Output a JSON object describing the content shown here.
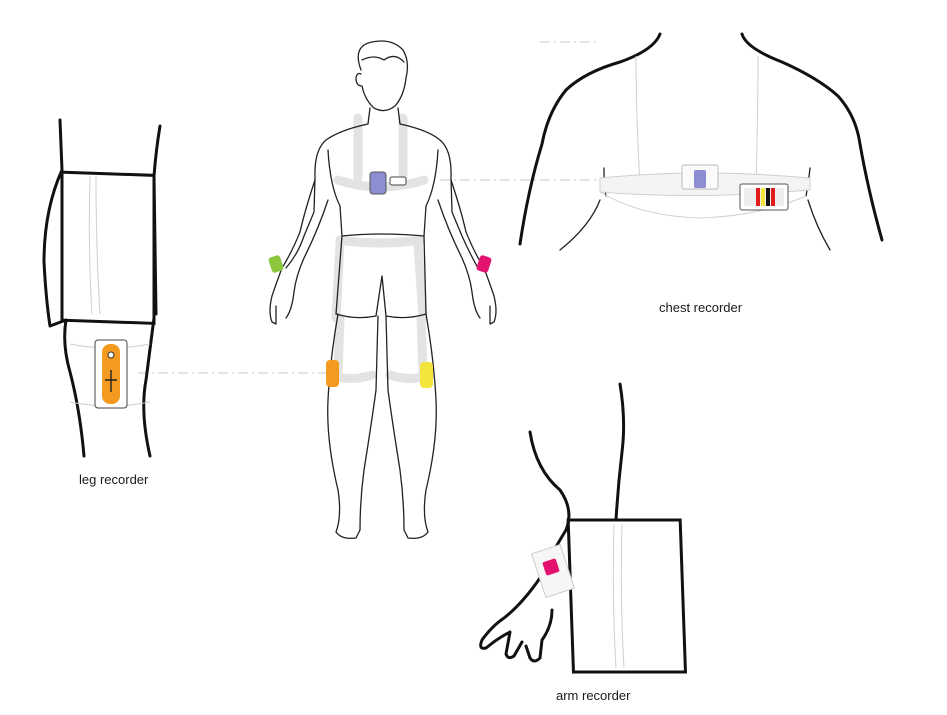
{
  "labels": {
    "leg": "leg recorder",
    "chest": "chest recorder",
    "arm": "arm recorder"
  },
  "colors": {
    "chest_device": "#8d8dd3",
    "leg_device": "#f39a1f",
    "right_leg_device": "#f3e53b",
    "left_wrist_device": "#8cc63f",
    "right_wrist_device": "#e2126e",
    "strap": "#e3e3e3",
    "outline": "#111111"
  }
}
